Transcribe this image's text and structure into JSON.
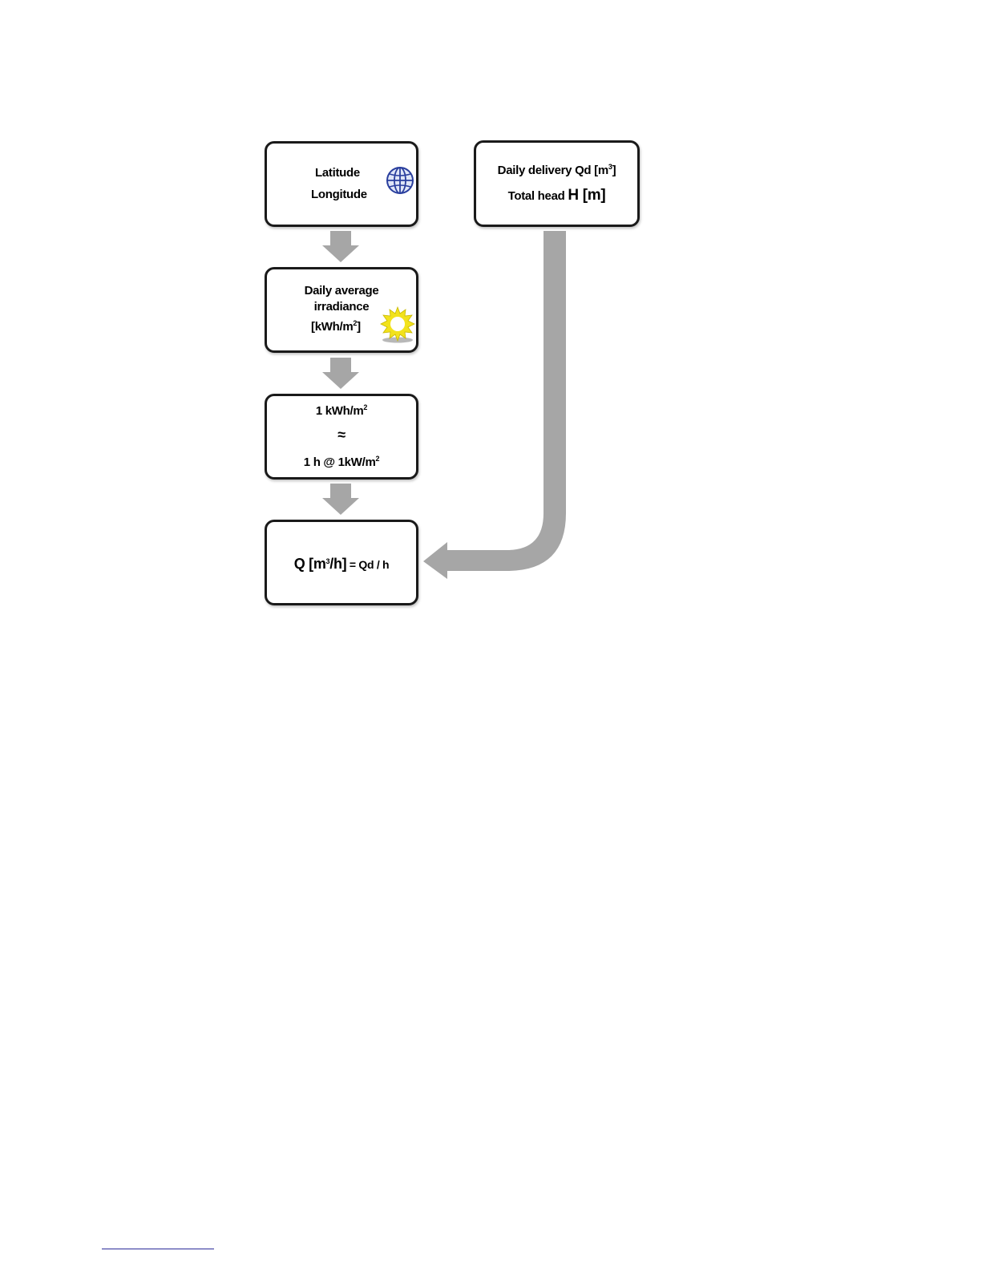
{
  "location_box": {
    "line1": "Latitude",
    "line2": "Longitude",
    "icon": "globe-icon"
  },
  "irradiance_box": {
    "line1": "Daily average",
    "line2": "irradiance",
    "line3_prefix": "[kWh/m",
    "line3_sup": "2",
    "line3_suffix": "]",
    "icon": "sun-icon"
  },
  "equivalence_box": {
    "line1_prefix": "1 kWh/m",
    "line1_sup": "2",
    "line2": "≈",
    "line3_prefix": "1 h @ 1kW/m",
    "line3_sup": "2"
  },
  "flow_box": {
    "big_prefix": "Q [m",
    "big_sup": "3",
    "big_suffix": "/h]",
    "small": " = Qd / h"
  },
  "delivery_box": {
    "line1_prefix": "Daily delivery Qd [m",
    "line1_sup": "3",
    "line1_suffix": "]",
    "line2_prefix": "Total head ",
    "line2_big": "H [m]"
  },
  "colors": {
    "arrow": "#a6a6a6",
    "border": "#1a1a1a",
    "globe": "#2a3f9e",
    "sun": "#f2e21c"
  }
}
